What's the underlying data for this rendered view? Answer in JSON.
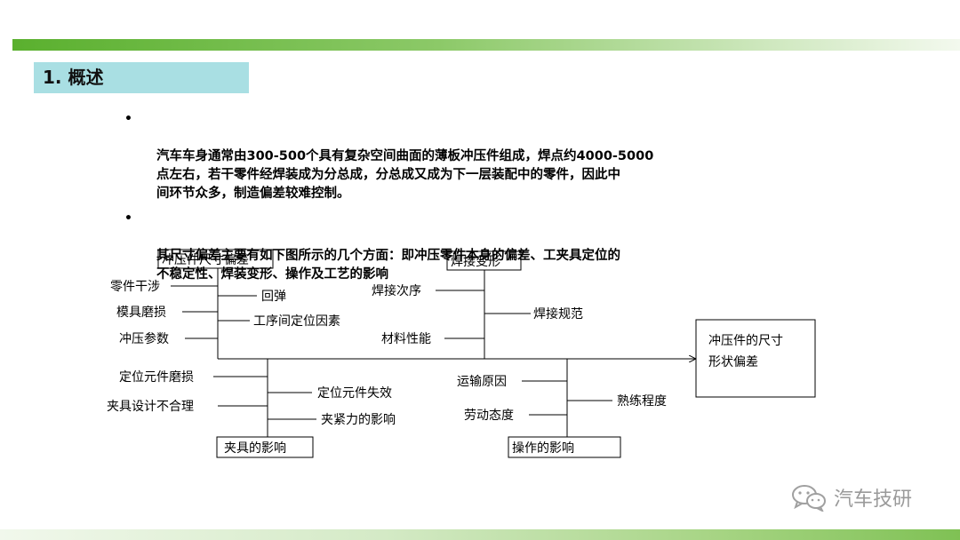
{
  "section_title": "1. 概述",
  "bullets": [
    {
      "marker": "•",
      "lines": [
        "汽车车身通常由300-500个具有复杂空间曲面的薄板冲压件组成，焊点约4000-5000",
        "点左右，若干零件经焊装成为分总成，分总成又成为下一层装配中的零件，因此中",
        "间环节众多，制造偏差较难控制。"
      ]
    },
    {
      "marker": "•",
      "lines": [
        "其尺寸偏差主要有如下图所示的几个方面：即冲压零件本身的偏差、工夹具定位的",
        "不稳定性、焊装变形、操作及工艺的影响"
      ]
    }
  ],
  "diagram": {
    "group_stamping": "冲压件尺寸偏差",
    "stamping_causes": [
      "零件干涉",
      "模具磨损",
      "冲压参数",
      "回弹",
      "工序间定位因素"
    ],
    "group_welding": "焊接变形",
    "welding_causes": [
      "焊接次序",
      "材料性能",
      "焊接规范"
    ],
    "group_fixture": "夹具的影响",
    "fixture_causes": [
      "定位元件磨损",
      "夹具设计不合理",
      "定位元件失效",
      "夹紧力的影响"
    ],
    "group_operation": "操作的影响",
    "operation_causes": [
      "运输原因",
      "劳动态度",
      "熟练程度"
    ],
    "result_lines": [
      "冲压件的尺寸",
      "形状偏差"
    ]
  },
  "watermark": {
    "text": "汽车技研",
    "icon": "wechat-icon"
  }
}
